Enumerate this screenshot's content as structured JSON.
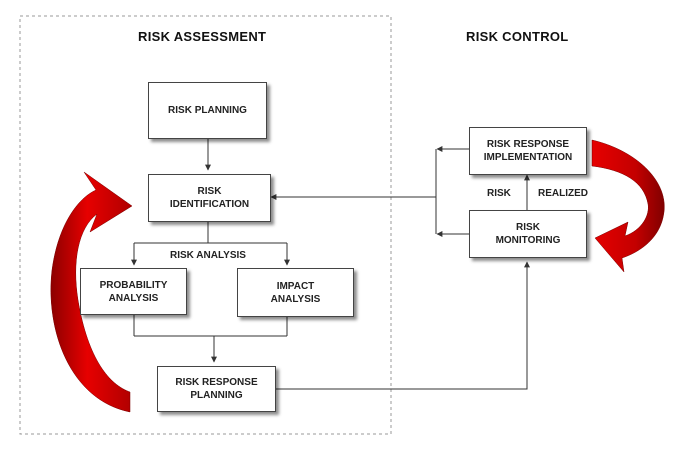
{
  "sections": {
    "assessment_title": "RISK ASSESSMENT",
    "control_title": "RISK CONTROL"
  },
  "boxes": {
    "risk_planning": "RISK PLANNING",
    "risk_identification": "RISK\nIDENTIFICATION",
    "probability_analysis": "PROBABILITY\nANALYSIS",
    "impact_analysis": "IMPACT\nANALYSIS",
    "risk_response_planning": "RISK RESPONSE\nPLANNING",
    "risk_response_implementation": "RISK RESPONSE\nIMPLEMENTATION",
    "risk_monitoring": "RISK\nMONITORING"
  },
  "labels": {
    "risk_analysis": "RISK ANALYSIS",
    "risk": "RISK",
    "realized": "REALIZED"
  },
  "colors": {
    "cycle_arrow": "#e00000",
    "cycle_arrow_dark": "#9a0000",
    "connector": "#333333",
    "dashed_border": "#999999"
  },
  "icons": {
    "left_cycle": "curved-arrow-icon",
    "right_cycle": "curved-arrow-icon"
  }
}
